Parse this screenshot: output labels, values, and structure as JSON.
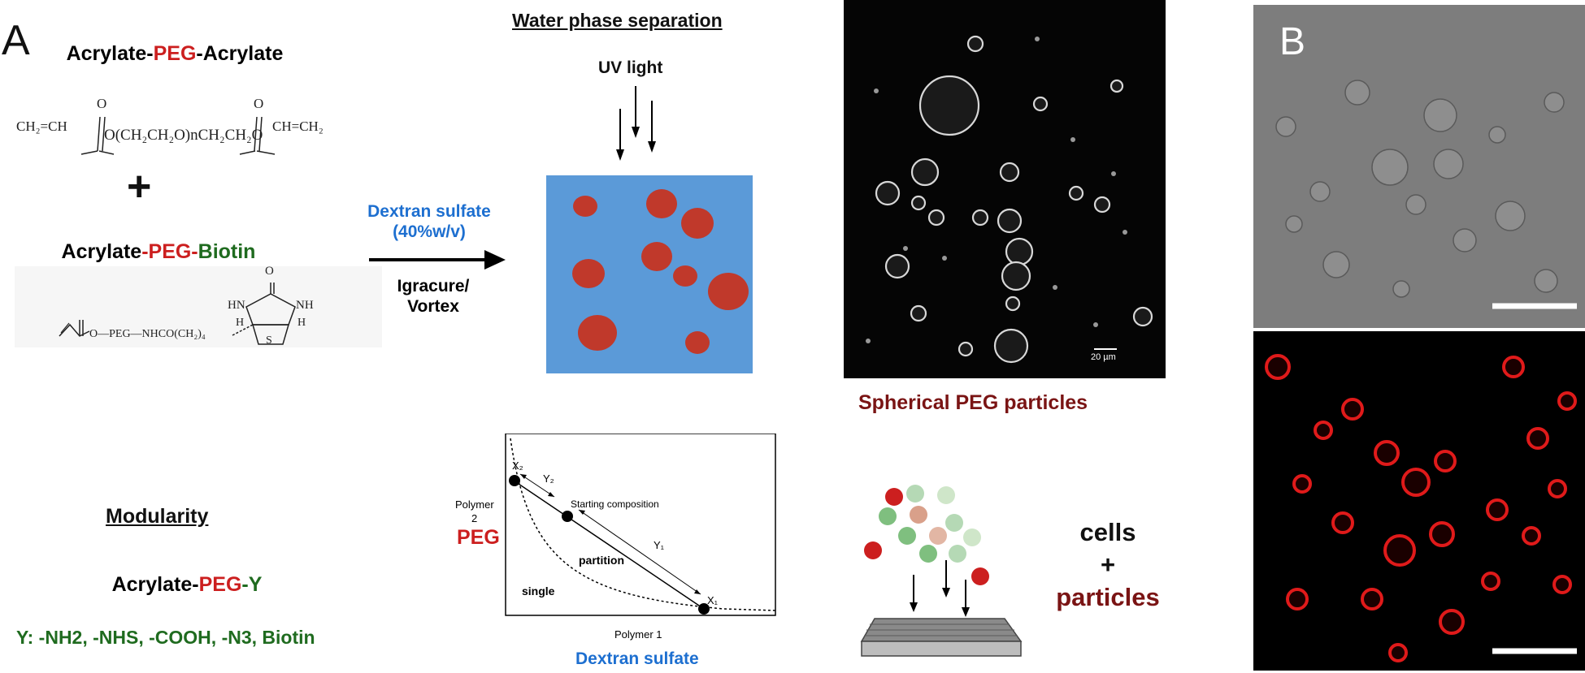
{
  "panel_a": {
    "letter": "A",
    "compound1": {
      "pre": "Acrylate-",
      "mid": "PEG",
      "post": "-Acrylate"
    },
    "formula1": {
      "left": "CH₂=CH",
      "center": "O(CH₂CH₂O)nCH₂CH₂O",
      "right": "CH=CH₂",
      "o_label": "O"
    },
    "plus": "+",
    "compound2": {
      "pre": "Acrylate",
      "mid": "-PEG-",
      "post": "Biotin"
    },
    "formula2": {
      "chain": "O—PEG—NHCO(CH₂)₄",
      "hn": "HN",
      "nh": "NH",
      "o": "O",
      "s": "S",
      "h": "H"
    },
    "modularity_title": "Modularity",
    "compound3": {
      "pre": "Acrylate-",
      "mid": "PEG",
      "post": "-Y"
    },
    "y_list": "Y: -NH2, -NHS, -COOH, -N3, Biotin"
  },
  "process": {
    "reagent": "Dextran sulfate (40%w/v)",
    "condition": "Igracure/ Vortex",
    "water_phase_title": "Water phase separation",
    "uv_label": "UV light"
  },
  "phase_diagram": {
    "ylabel_1": "Polymer",
    "ylabel_2": "2",
    "ylabel_peg": "PEG",
    "xlabel": "Polymer 1",
    "xlabel_dextran": "Dextran sulfate",
    "x2": "X₂",
    "y2": "Y₂",
    "y1": "Y₁",
    "x1": "X₁",
    "starting": "Starting composition",
    "partition": "partition",
    "single": "single"
  },
  "micrograph": {
    "scale_label": "20 µm",
    "caption": "Spherical PEG particles"
  },
  "assay": {
    "cells": "cells",
    "plus": "+",
    "particles": "particles"
  },
  "panel_b": {
    "letter": "B"
  },
  "colors": {
    "water_blue": "#5b9ad8",
    "droplet_red": "#c0392b",
    "red_text": "#cc1f1f",
    "green_text": "#1f6b1f",
    "blue_text": "#1d6fd0",
    "maroon_text": "#7a1414"
  }
}
